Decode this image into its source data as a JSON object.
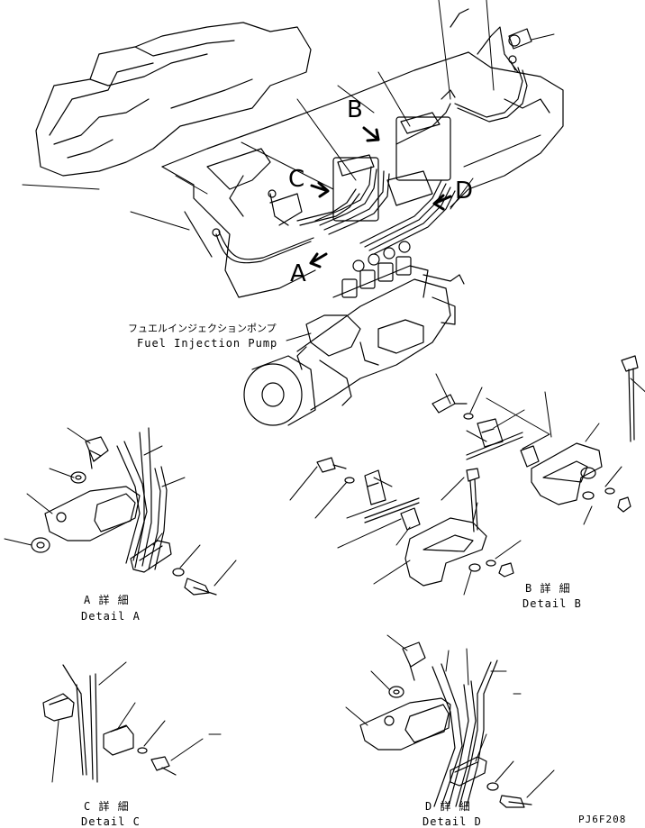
{
  "callouts": {
    "a": "A",
    "b": "B",
    "c": "C",
    "d": "D"
  },
  "pump": {
    "jp": "フュエルインジェクションポンプ",
    "en": "Fuel Injection Pump"
  },
  "detail_a": {
    "jp": "A 詳 細",
    "en": "Detail A"
  },
  "detail_b": {
    "jp": "B 詳 細",
    "en": "Detail B"
  },
  "detail_c": {
    "jp": "C 詳 細",
    "en": "Detail C"
  },
  "detail_d": {
    "jp": "D 詳 細",
    "en": "Detail D"
  },
  "drawing_code": "PJ6F208"
}
